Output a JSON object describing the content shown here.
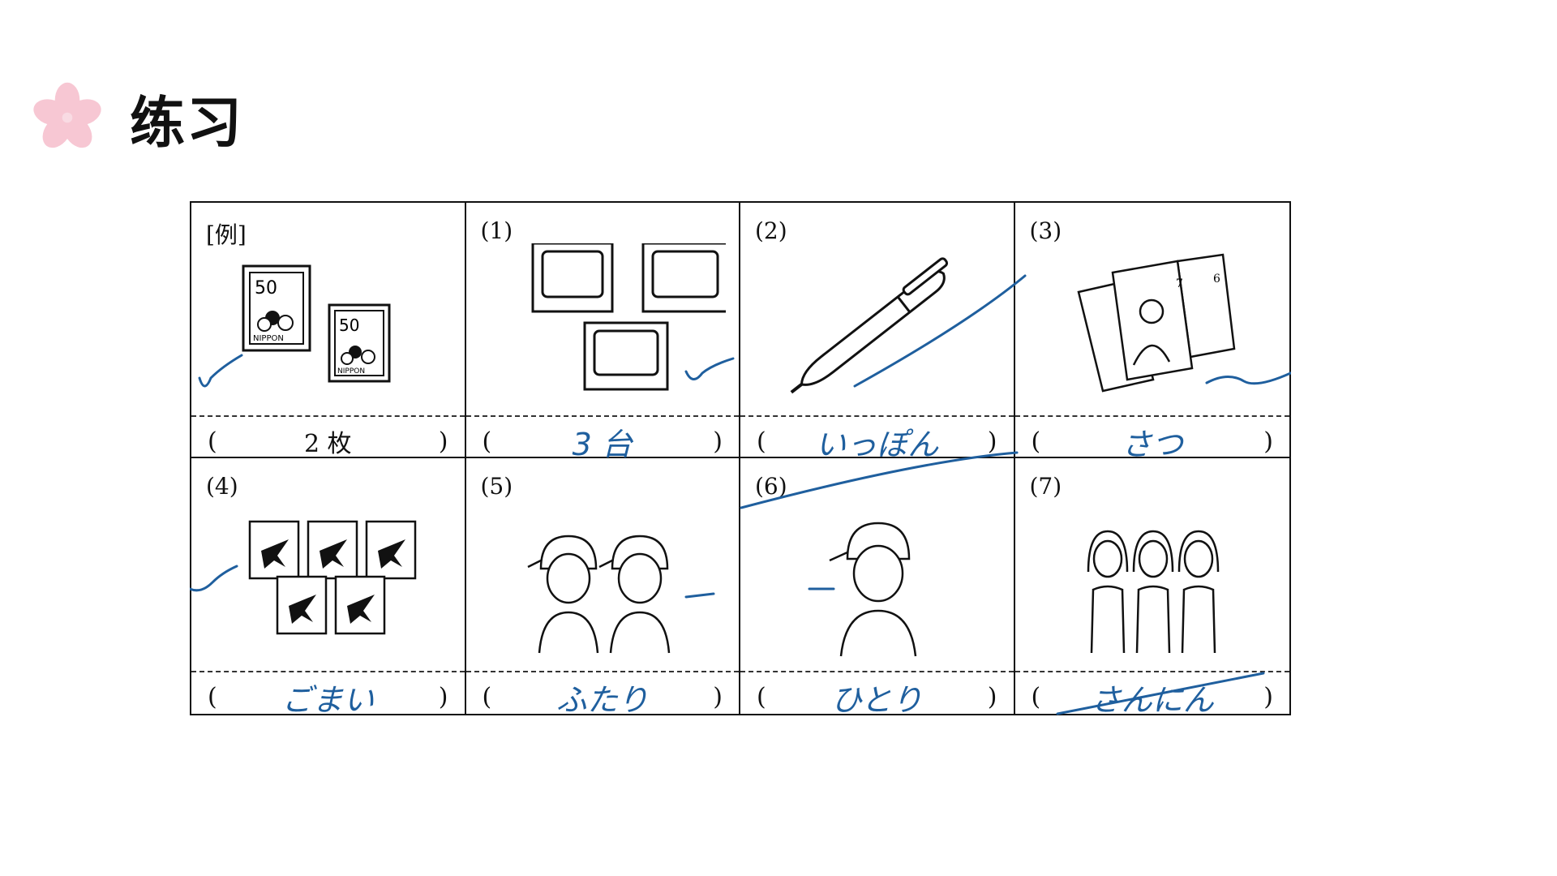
{
  "header": {
    "title": "练习",
    "icon": "sakura-icon"
  },
  "colors": {
    "ink": "#1f5f9e",
    "sakura": "#f7c7d3",
    "lines": "#111111"
  },
  "cells": [
    {
      "label": "[例]",
      "answer": "2 枚",
      "answer_style": "printed"
    },
    {
      "label": "(1)",
      "answer": "3 台",
      "answer_style": "hand"
    },
    {
      "label": "(2)",
      "answer": "いっぽん",
      "answer_style": "hand"
    },
    {
      "label": "(3)",
      "answer": "さつ",
      "answer_style": "hand"
    },
    {
      "label": "(4)",
      "answer": "ごまい",
      "answer_style": "hand"
    },
    {
      "label": "(5)",
      "answer": "ふたり",
      "answer_style": "hand"
    },
    {
      "label": "(6)",
      "answer": "ひとり",
      "answer_style": "hand"
    },
    {
      "label": "(7)",
      "answer": "さんにん",
      "answer_style": "hand"
    }
  ],
  "symbols": {
    "open_paren": "(",
    "close_paren": ")"
  },
  "illustration_text": {
    "stamp_value": "50",
    "stamp_country": "NIPPON",
    "magazine_number_1": "7",
    "magazine_number_2": "6"
  }
}
